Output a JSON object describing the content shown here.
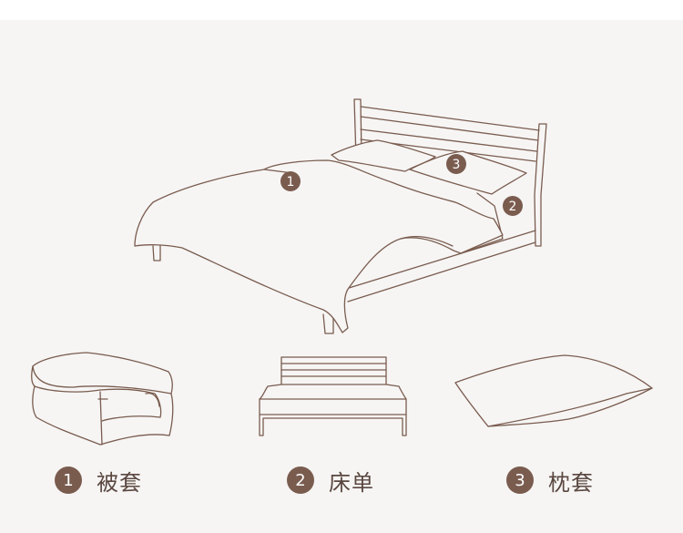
{
  "markers": [
    {
      "number": "1"
    },
    {
      "number": "2"
    },
    {
      "number": "3"
    }
  ],
  "legend": [
    {
      "number": "1",
      "label": "被套"
    },
    {
      "number": "2",
      "label": "床单"
    },
    {
      "number": "3",
      "label": "枕套"
    }
  ],
  "colors": {
    "line": "#7a5c4f",
    "background": "#f6f5f4",
    "label_text": "#5a4740"
  }
}
